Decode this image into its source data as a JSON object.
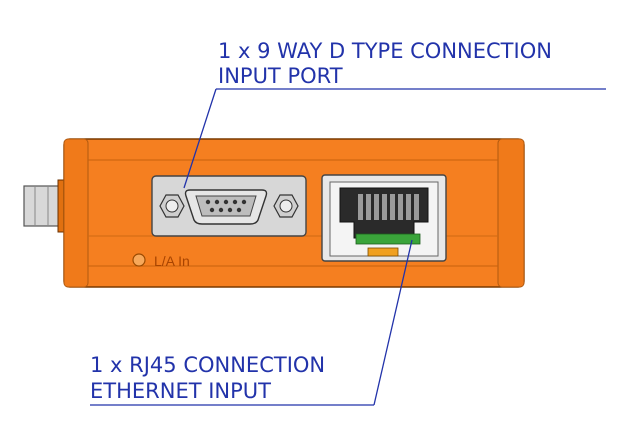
{
  "callouts": {
    "dtype": {
      "line1": "1 x 9 WAY D TYPE CONNECTION",
      "line2": "INPUT PORT"
    },
    "rj45": {
      "line1": "1 x RJ45 CONNECTION",
      "line2": "ETHERNET INPUT"
    }
  },
  "panel": {
    "led_label": "L/A In"
  },
  "colors": {
    "housing": "#f57f20",
    "housing_dark": "#d9670f",
    "callout_text": "#2233aa",
    "connector_metal": "#c8c8c8",
    "rj45_contacts": "#3aa43a"
  }
}
